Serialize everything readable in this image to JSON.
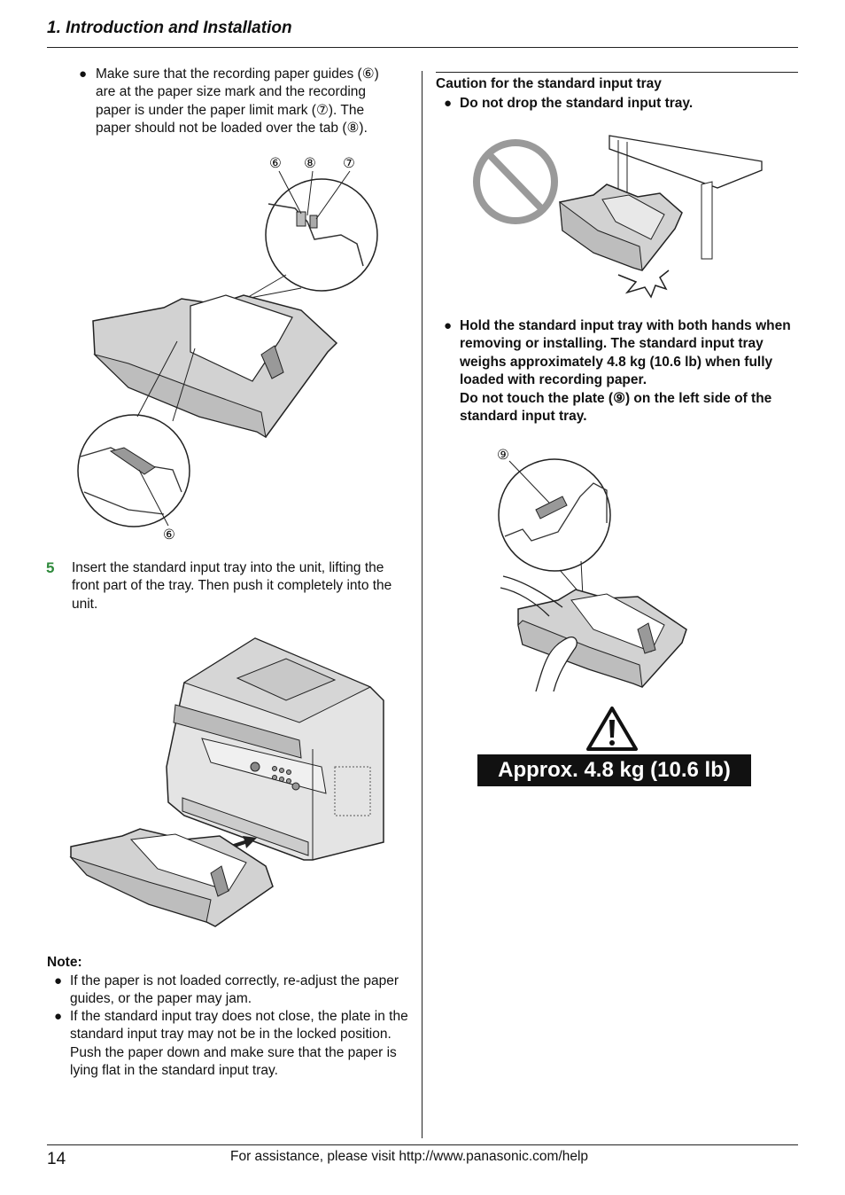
{
  "header": {
    "section_title": "1. Introduction and Installation"
  },
  "left_column": {
    "guide_bullet": "Make sure that the recording paper guides (⑥) are at the paper size mark and the recording paper is under the paper limit mark (⑦). The paper should not be loaded over the tab (⑧).",
    "callouts_top": [
      "⑥",
      "⑧",
      "⑦"
    ],
    "callout_bottom": "⑥",
    "step": {
      "number": "5",
      "text": "Insert the standard input tray into the unit, lifting the front part of the tray. Then push it completely into the unit."
    },
    "note": {
      "heading": "Note:",
      "items": [
        "If the paper is not loaded correctly, re-adjust the paper guides, or the paper may jam.",
        "If the standard input tray does not close, the plate in the standard input tray may not be in the locked position. Push the paper down and make sure that the paper is lying flat in the standard input tray."
      ]
    }
  },
  "right_column": {
    "caution_heading": "Caution for the standard input tray",
    "bullet_drop": "Do not drop the standard input tray.",
    "bullet_hold": "Hold the standard input tray with both hands when removing or installing. The standard input tray weighs approximately 4.8 kg (10.6 lb) when fully loaded with recording paper.",
    "bullet_hold_extra": "Do not touch the plate (⑨) on the left side of the standard input tray.",
    "callout_plate": "⑨",
    "weight_label": "Approx. 4.8 kg (10.6 lb)"
  },
  "footer": {
    "page_number": "14",
    "help_text": "For assistance, please visit http://www.panasonic.com/help"
  }
}
